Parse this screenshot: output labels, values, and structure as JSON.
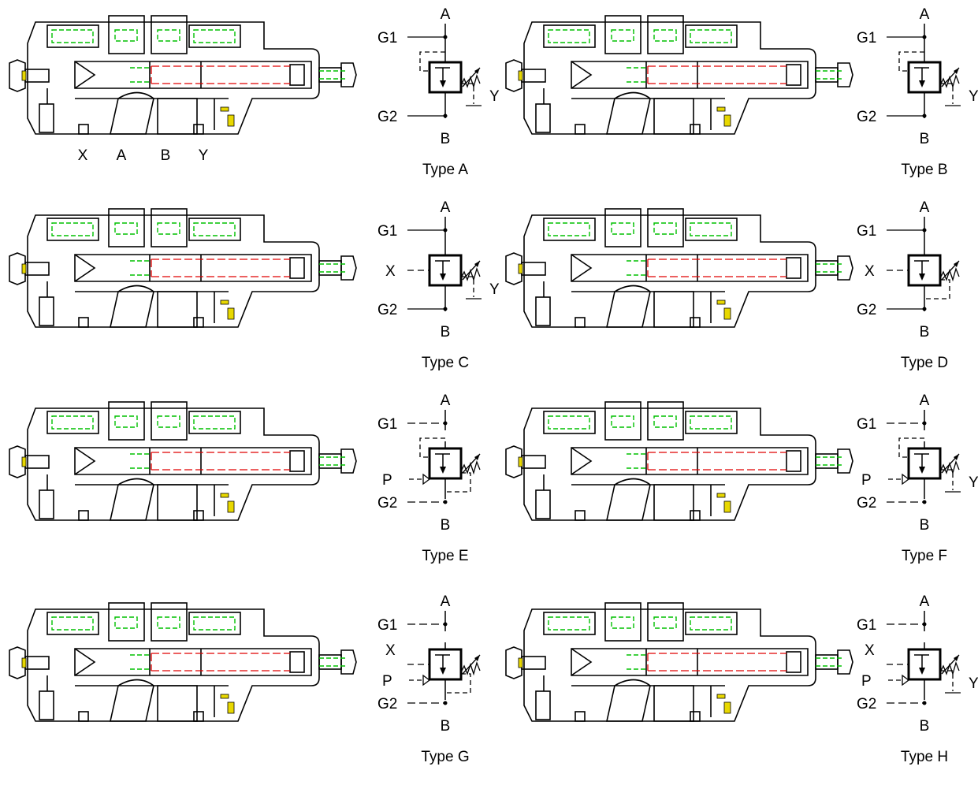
{
  "port_labels": [
    "X",
    "A",
    "B",
    "Y"
  ],
  "types": [
    {
      "caption": "Type A",
      "A": "A",
      "B": "B",
      "G1": "G1",
      "G2": "G2",
      "drain": "Y",
      "pilot": "",
      "ext": ""
    },
    {
      "caption": "Type B",
      "A": "A",
      "B": "B",
      "G1": "G1",
      "G2": "G2",
      "drain": "Y",
      "pilot": "",
      "ext": ""
    },
    {
      "caption": "Type C",
      "A": "A",
      "B": "B",
      "G1": "G1",
      "G2": "G2",
      "drain": "Y",
      "pilot": "X",
      "ext": ""
    },
    {
      "caption": "Type D",
      "A": "A",
      "B": "B",
      "G1": "G1",
      "G2": "G2",
      "drain": "",
      "pilot": "X",
      "ext": ""
    },
    {
      "caption": "Type E",
      "A": "A",
      "B": "B",
      "G1": "G1",
      "G2": "G2",
      "drain": "",
      "pilot": "",
      "ext": "P"
    },
    {
      "caption": "Type F",
      "A": "A",
      "B": "B",
      "G1": "G1",
      "G2": "G2",
      "drain": "Y",
      "pilot": "",
      "ext": "P"
    },
    {
      "caption": "Type G",
      "A": "A",
      "B": "B",
      "G1": "G1",
      "G2": "G2",
      "drain": "",
      "pilot": "X",
      "ext": "P"
    },
    {
      "caption": "Type H",
      "A": "A",
      "B": "B",
      "G1": "G1",
      "G2": "G2",
      "drain": "Y",
      "pilot": "X",
      "ext": "P"
    }
  ],
  "colors": {
    "line": "#000000",
    "green": "#00c000",
    "red": "#e00000",
    "yellow": "#e8d800"
  }
}
